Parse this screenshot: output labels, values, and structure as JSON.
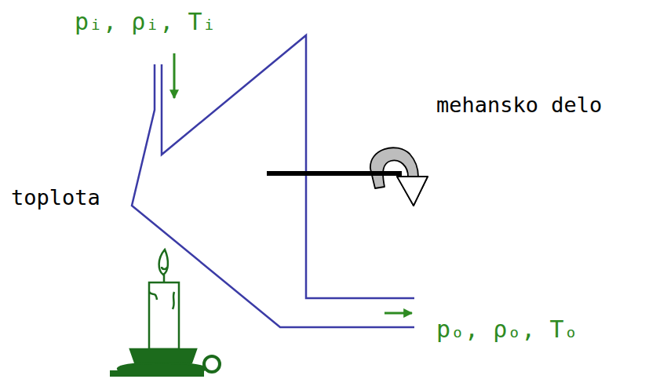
{
  "diagram": {
    "labels": [
      "pᵢ, ρᵢ, Tᵢ",
      "mehansko delo",
      "toplota",
      "pₒ, ρₒ, Tₒ"
    ]
  }
}
